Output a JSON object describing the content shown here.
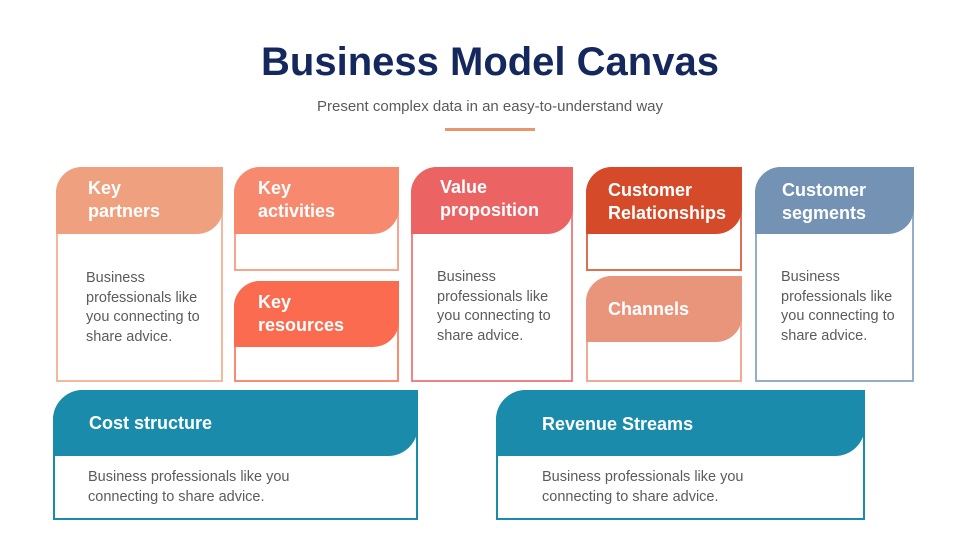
{
  "header": {
    "title": "Business Model Canvas",
    "subtitle": "Present complex data in an easy-to-understand way"
  },
  "blocks": {
    "key_partners": {
      "label": "Key partners",
      "line1": "Key",
      "line2": "partners",
      "text": "Business professionals like you connecting to share advice.",
      "color": "#eea07f"
    },
    "key_activities": {
      "label": "Key activities",
      "line1": "Key",
      "line2": "activities",
      "color": "#f78a6e"
    },
    "key_resources": {
      "label": "Key resources",
      "line1": "Key",
      "line2": "resources",
      "color": "#fb6b4f"
    },
    "value_proposition": {
      "label": "Value proposition",
      "line1": "Value",
      "line2": "proposition",
      "text": "Business professionals like you connecting to share advice.",
      "color": "#ec6364"
    },
    "customer_relationships": {
      "label": "Customer Relationships",
      "line1": "Customer",
      "line2": "Relationships",
      "color": "#d54b2a"
    },
    "channels": {
      "label": "Channels",
      "color": "#e9957b"
    },
    "customer_segments": {
      "label": "Customer segments",
      "line1": "Customer",
      "line2": "segments",
      "text": "Business professionals like you connecting to share advice.",
      "color": "#7492b3"
    },
    "cost_structure": {
      "label": "Cost structure",
      "text": "Business professionals like you connecting to share advice.",
      "color": "#1a8bab"
    },
    "revenue_streams": {
      "label": "Revenue Streams",
      "text": "Business professionals like you connecting to share advice.",
      "color": "#1a8bab"
    }
  }
}
